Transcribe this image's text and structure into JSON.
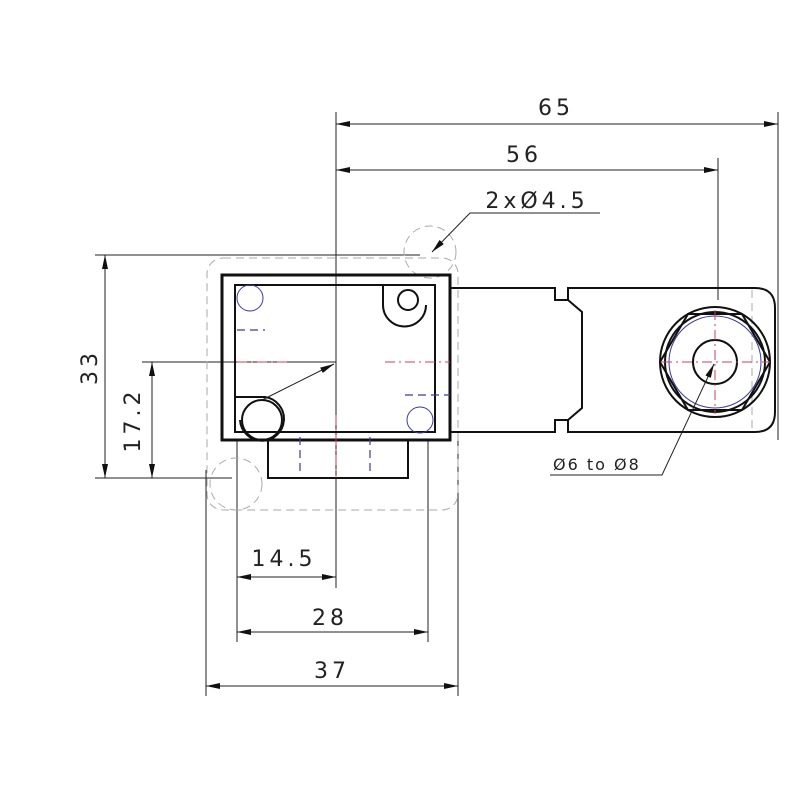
{
  "drawing": {
    "dimensions": {
      "overall_length": "65",
      "axis_to_cable_center": "56",
      "mounting_holes": "2xØ4.5",
      "overall_height": "33",
      "axis_height": "17.2",
      "axis_offset": "14.5",
      "hole_spacing": "28",
      "overall_width": "37",
      "cable_diameter": "Ø6 to Ø8"
    },
    "colors": {
      "outline": "#111111",
      "centerline": "#d04050",
      "hidden_blue": "#3a3aa0",
      "hidden_gray": "#aaaaaa"
    }
  }
}
